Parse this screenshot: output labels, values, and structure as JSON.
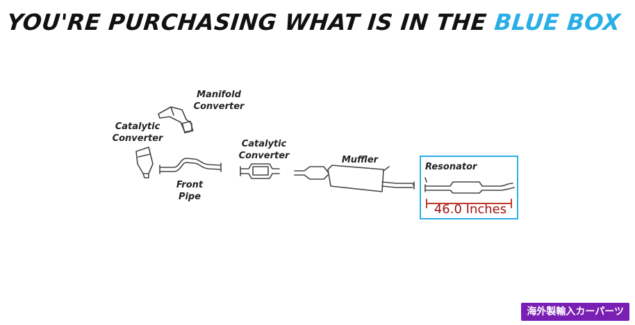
{
  "headline": {
    "text": "YOU'RE PURCHASING WHAT IS IN THE",
    "highlight": "BLUE BOX",
    "highlight_color": "#29aee6"
  },
  "labels": {
    "manifold_converter": "Manifold\nConverter",
    "catalytic_converter_left": "Catalytic\nConverter",
    "front_pipe": "Front\nPipe",
    "catalytic_converter_mid": "Catalytic\nConverter",
    "muffler": "Muffler",
    "resonator": "Resonator"
  },
  "measurement": {
    "text": "46.0 Inches",
    "color": "#a11212"
  },
  "badge": {
    "text": "海外製輸入カーパーツ",
    "color": "#7a1fb3"
  }
}
